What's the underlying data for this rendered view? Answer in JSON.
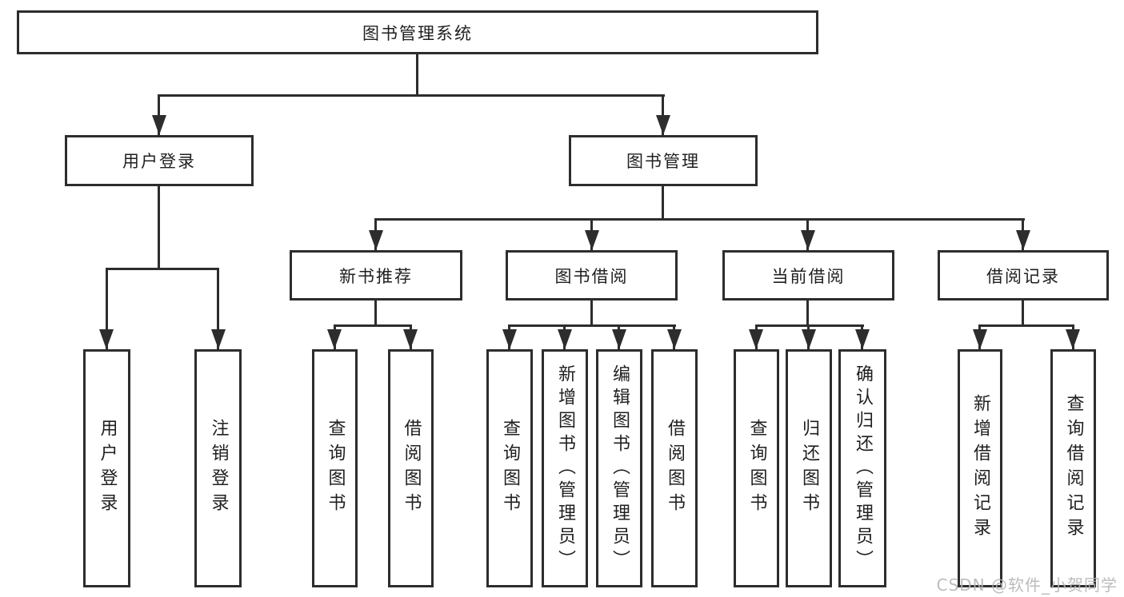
{
  "tree": {
    "root": {
      "label": "图书管理系统",
      "children": [
        {
          "label": "用户登录",
          "children": [
            {
              "label": "用户登录"
            },
            {
              "label": "注销登录"
            }
          ]
        },
        {
          "label": "图书管理",
          "children": [
            {
              "label": "新书推荐",
              "children": [
                {
                  "label": "查询图书"
                },
                {
                  "label": "借阅图书"
                }
              ]
            },
            {
              "label": "图书借阅",
              "children": [
                {
                  "label": "查询图书"
                },
                {
                  "label": "新增图书（管理员）"
                },
                {
                  "label": "编辑图书（管理员）"
                },
                {
                  "label": "借阅图书"
                }
              ]
            },
            {
              "label": "当前借阅",
              "children": [
                {
                  "label": "查询图书"
                },
                {
                  "label": "归还图书"
                },
                {
                  "label": "确认归还（管理员）"
                }
              ]
            },
            {
              "label": "借阅记录",
              "children": [
                {
                  "label": "新增借阅记录"
                },
                {
                  "label": "查询借阅记录"
                }
              ]
            }
          ]
        }
      ]
    }
  },
  "watermark": "CSDN @软件_小贺同学",
  "colors": {
    "line": "#2d2d2d",
    "text": "#1f1f1f",
    "watermark": "#b5b5b5",
    "background": "#ffffff"
  }
}
